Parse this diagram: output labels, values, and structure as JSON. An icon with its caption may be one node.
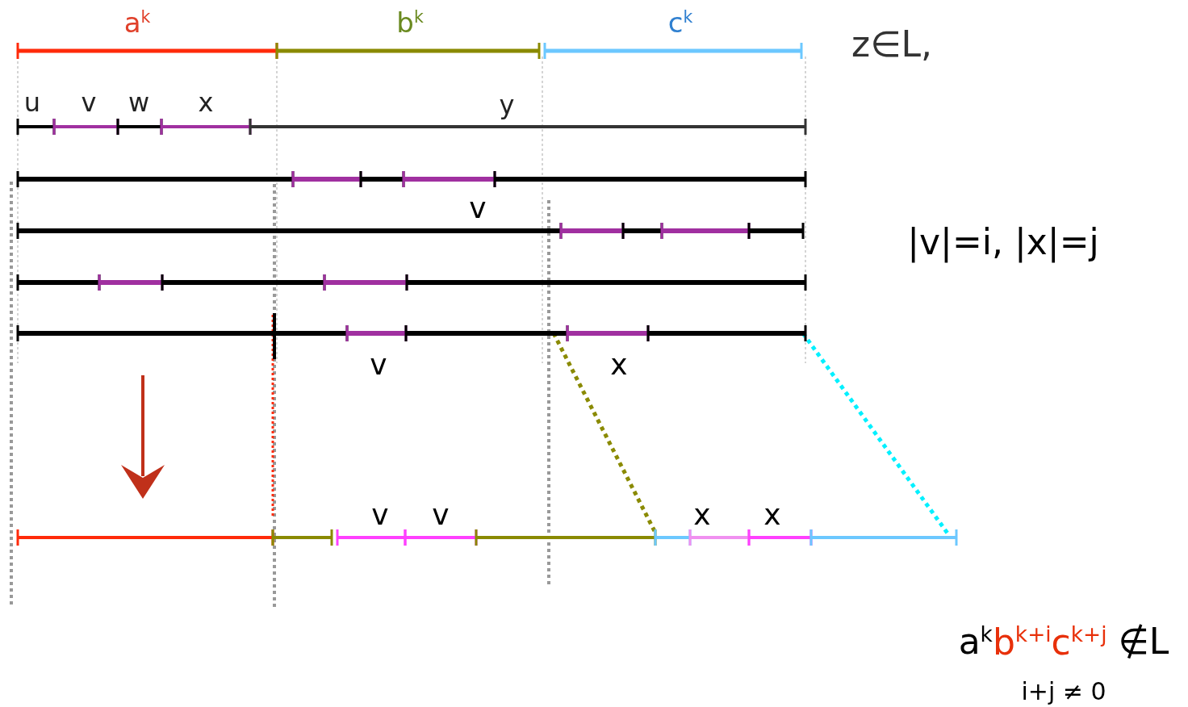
{
  "diagram": {
    "labels": [
      "a$^{k}$",
      "b$^{k}$",
      "c$^{k}$",
      "z∈L,",
      "u",
      "v",
      "w",
      "x",
      "y",
      "v",
      "|v|=i, |x|=j",
      "v",
      "x",
      "v",
      "v",
      "x",
      "x",
      "a$^{k}$b$^{k+i}$c$^{k+j}$ ∉L",
      "i+j ≠ 0"
    ]
  }
}
